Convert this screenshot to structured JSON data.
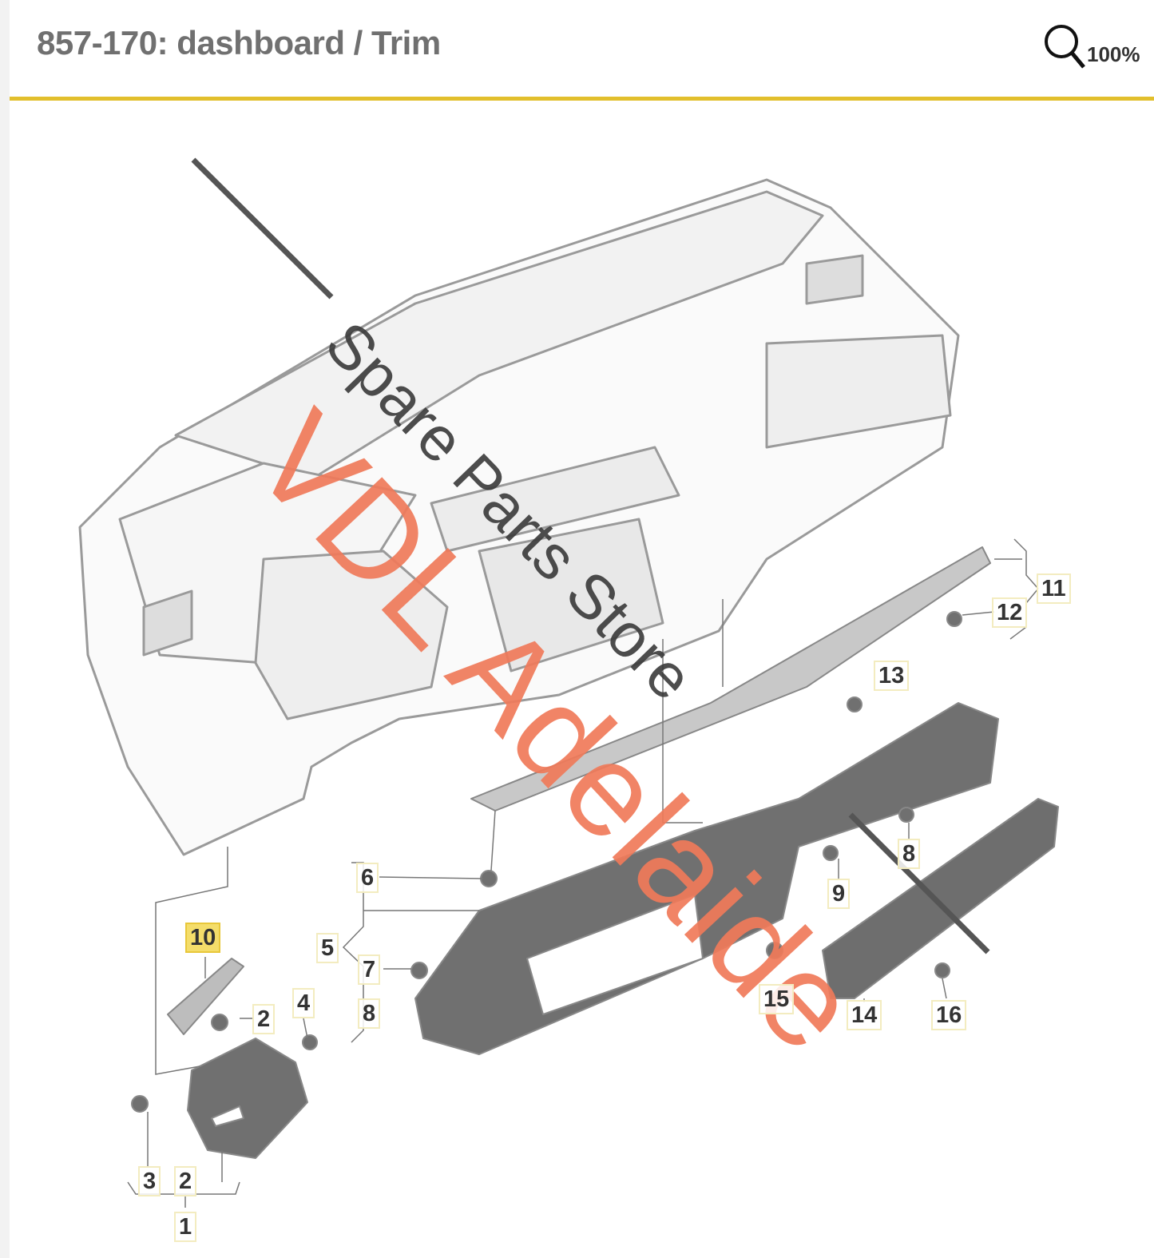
{
  "header": {
    "title": "857-170: dashboard / Trim",
    "zoom_level": "100%",
    "zoom_icon": "magnifier-icon",
    "accent_color": "#e2bf2c"
  },
  "watermark": {
    "brand": "VDL Adelaide",
    "subtitle": "Spare Parts Store",
    "brand_color": "#f07a5a"
  },
  "callouts": [
    {
      "id": "11",
      "label": "11"
    },
    {
      "id": "12",
      "label": "12"
    },
    {
      "id": "13",
      "label": "13"
    },
    {
      "id": "8a",
      "label": "8"
    },
    {
      "id": "9",
      "label": "9"
    },
    {
      "id": "6",
      "label": "6"
    },
    {
      "id": "5",
      "label": "5"
    },
    {
      "id": "7",
      "label": "7"
    },
    {
      "id": "8b",
      "label": "8"
    },
    {
      "id": "10",
      "label": "10",
      "highlighted": true
    },
    {
      "id": "2a",
      "label": "2"
    },
    {
      "id": "4",
      "label": "4"
    },
    {
      "id": "15",
      "label": "15"
    },
    {
      "id": "14",
      "label": "14"
    },
    {
      "id": "16",
      "label": "16"
    },
    {
      "id": "3",
      "label": "3"
    },
    {
      "id": "2b",
      "label": "2"
    },
    {
      "id": "1",
      "label": "1"
    }
  ]
}
